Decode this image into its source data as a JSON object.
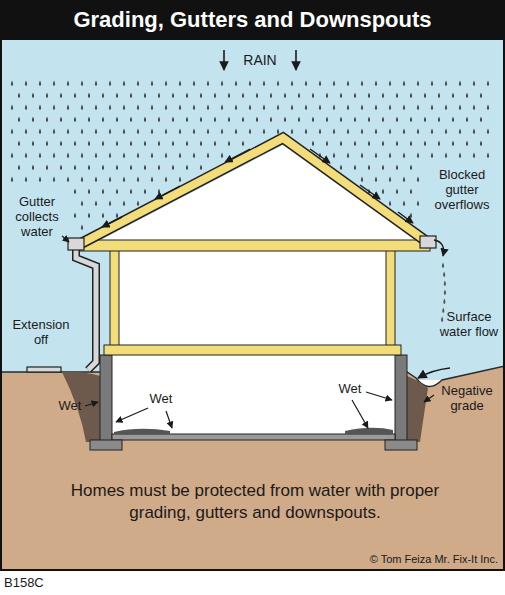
{
  "diagram": {
    "title": "Grading, Gutters and Downspouts",
    "caption": "Homes must be protected from water with proper grading, gutters and downspouts.",
    "labels": [
      "RAIN",
      "Gutter collects water",
      "Blocked gutter overflows",
      "Extension off",
      "Surface water flow",
      "Wet",
      "Wet",
      "Wet",
      "Negative grade",
      "© Tom Feiza Mr. Fix-It Inc.",
      "B158C"
    ]
  }
}
